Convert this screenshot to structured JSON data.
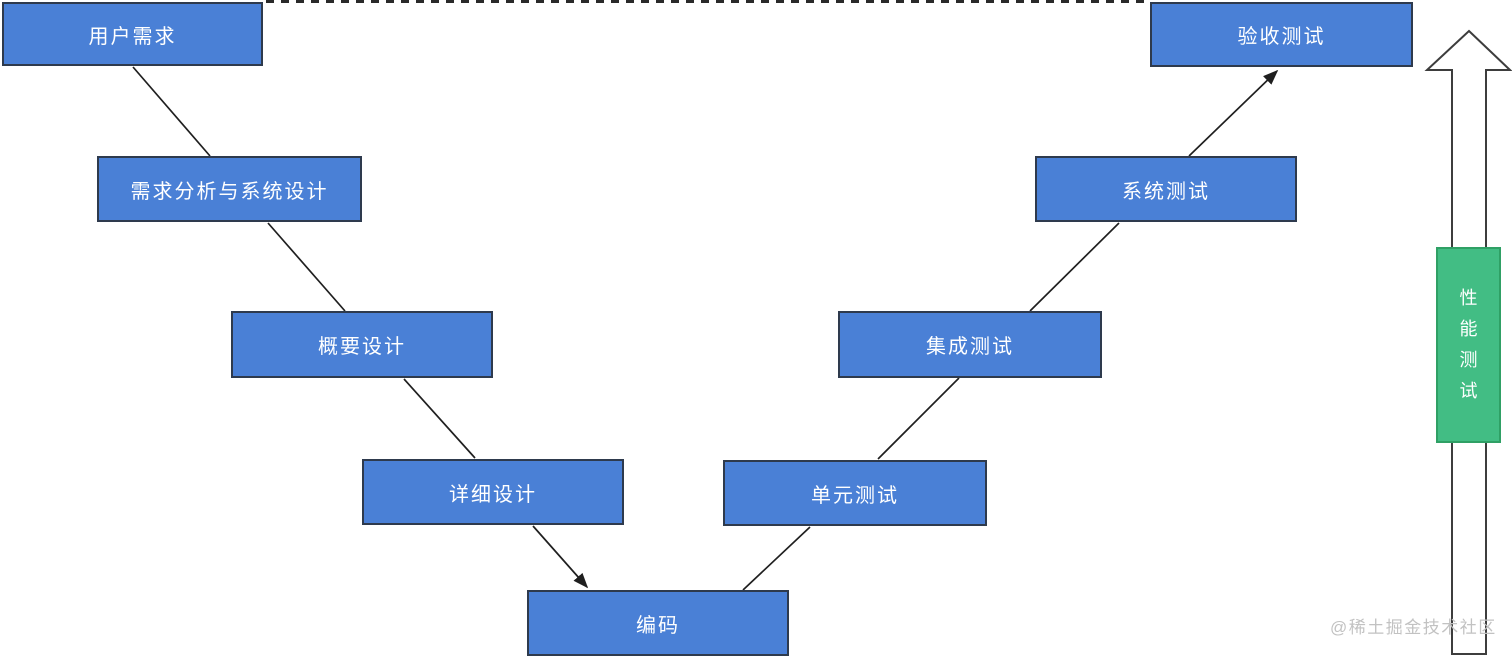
{
  "diagram": {
    "boxes": [
      {
        "id": "user-requirements",
        "label": "用户需求"
      },
      {
        "id": "requirements-analysis-system-design",
        "label": "需求分析与系统设计"
      },
      {
        "id": "high-level-design",
        "label": "概要设计"
      },
      {
        "id": "detailed-design",
        "label": "详细设计"
      },
      {
        "id": "coding",
        "label": "编码"
      },
      {
        "id": "unit-testing",
        "label": "单元测试"
      },
      {
        "id": "integration-testing",
        "label": "集成测试"
      },
      {
        "id": "system-testing",
        "label": "系统测试"
      },
      {
        "id": "acceptance-testing",
        "label": "验收测试"
      }
    ],
    "performance_testing": {
      "label": "性能测试"
    },
    "up_arrow": {
      "shape": "up-block-arrow"
    },
    "watermark": {
      "text": "@稀土掘金技术社区"
    },
    "colors": {
      "box_fill": "#4A80D6",
      "box_border": "#2E3A4D",
      "green_fill": "#42BD84",
      "green_border": "#2FA065",
      "connector": "#1F1F1F",
      "arrow_outline": "#3D3D3D",
      "watermark_text": "#C2C2C2",
      "background": "#FFFFFF"
    }
  }
}
